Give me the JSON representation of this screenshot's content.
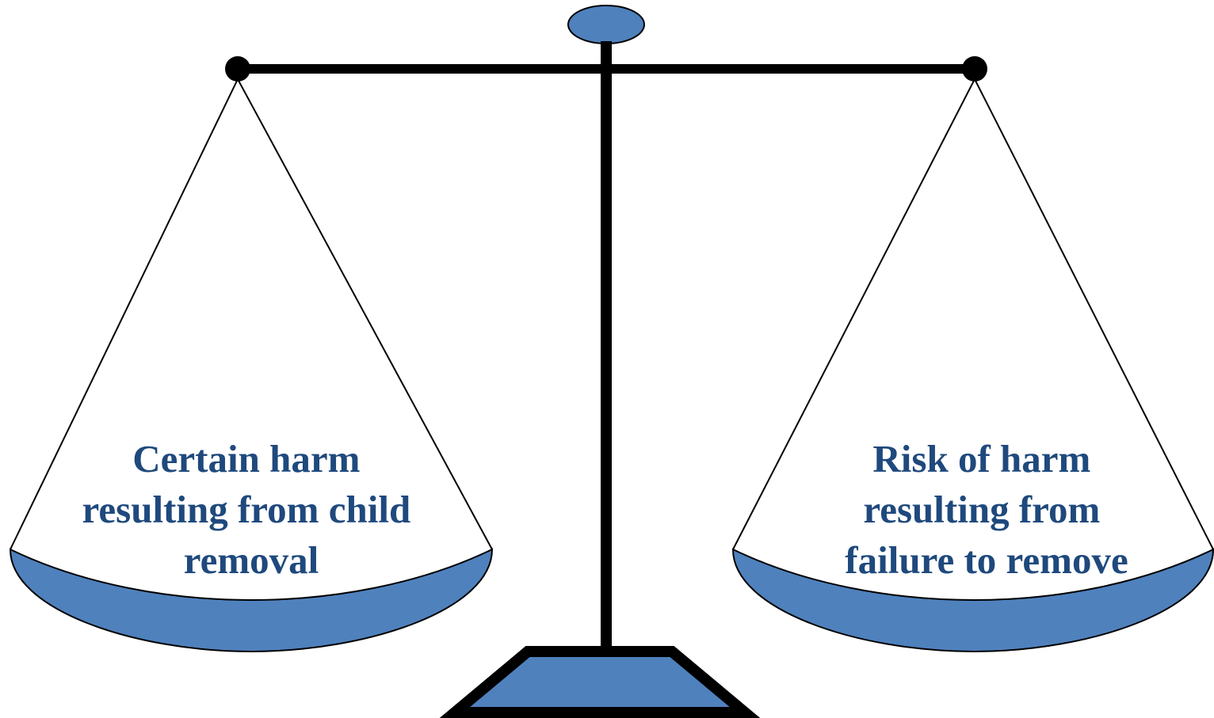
{
  "diagram": {
    "left_pan": {
      "lines": [
        "Certain harm",
        "resulting from child",
        "removal"
      ]
    },
    "right_pan": {
      "lines": [
        "Risk of harm",
        "resulting from",
        "failure to remove"
      ]
    }
  },
  "colors": {
    "fill": "#4f81bd",
    "text": "#1f497d",
    "stroke": "#000000",
    "background": "#ffffff"
  }
}
